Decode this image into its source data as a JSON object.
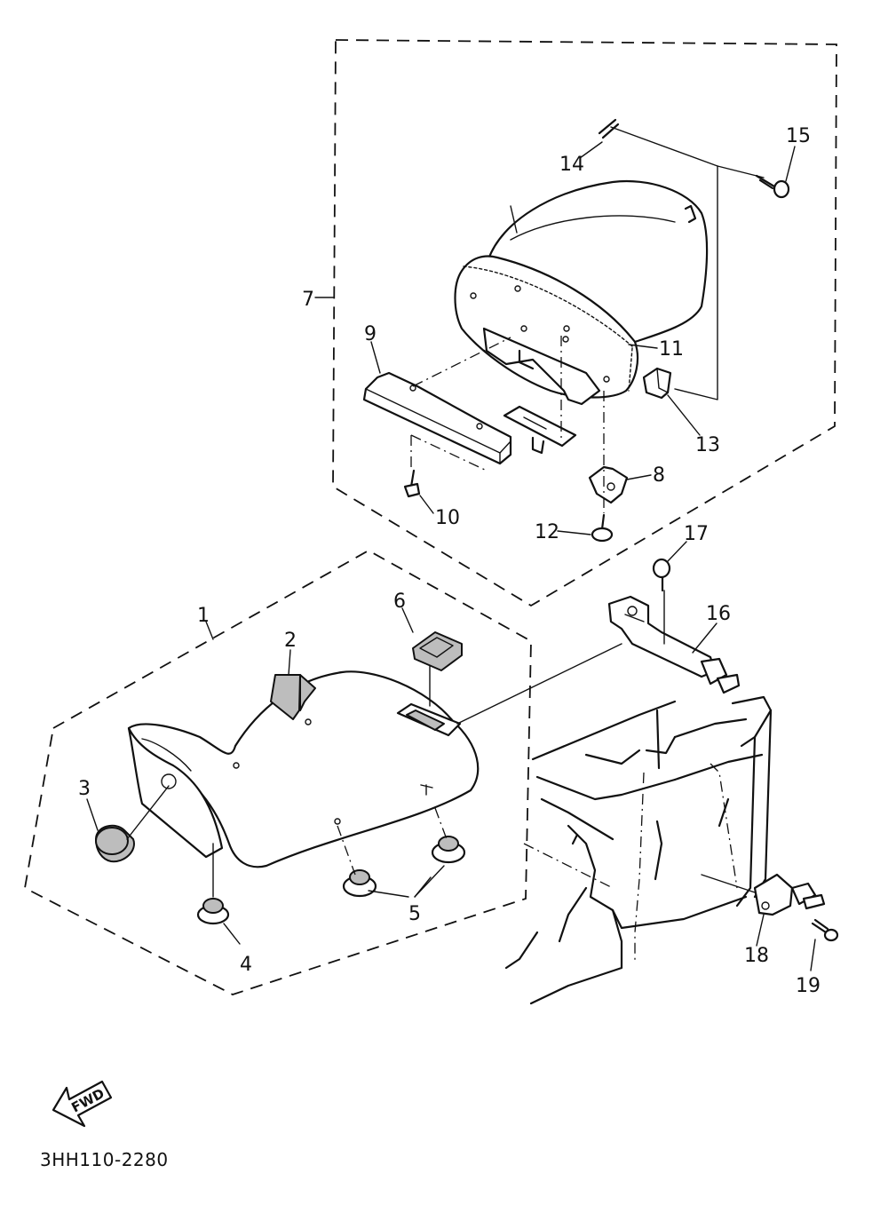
{
  "diagram": {
    "catalog_code": "3HH110-2280",
    "fwd_label": "FWD",
    "callouts": {
      "c1": "1",
      "c2": "2",
      "c3": "3",
      "c4": "4",
      "c5": "5",
      "c6": "6",
      "c7": "7",
      "c8": "8",
      "c9": "9",
      "c10": "10",
      "c11": "11",
      "c12": "12",
      "c13": "13",
      "c14": "14",
      "c15": "15",
      "c16": "16",
      "c17": "17",
      "c18": "18",
      "c19": "19"
    }
  }
}
